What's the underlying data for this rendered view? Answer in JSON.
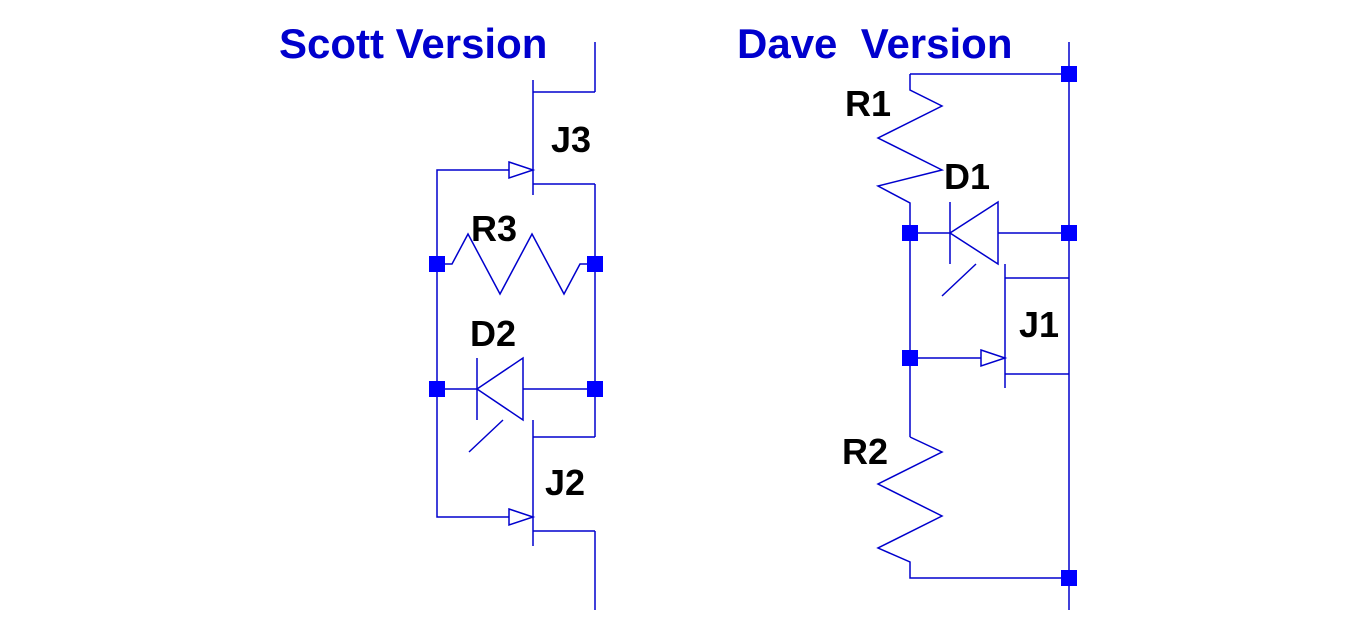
{
  "titles": {
    "scott": "Scott Version",
    "dave": "Dave  Version"
  },
  "scott": {
    "J3": "J3",
    "R3": "R3",
    "D2": "D2",
    "J2": "J2"
  },
  "dave": {
    "R1": "R1",
    "D1": "D1",
    "J1": "J1",
    "R2": "R2"
  },
  "colors": {
    "wire": "#0000cd",
    "node": "#0000ff",
    "title": "#0000cd",
    "label": "#000000"
  }
}
